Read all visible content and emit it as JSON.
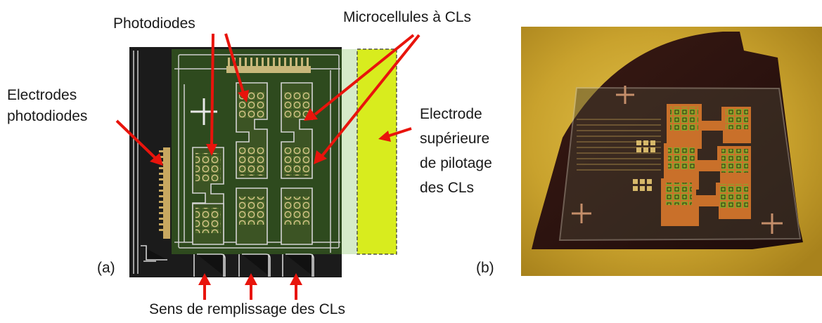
{
  "labels": {
    "photodiodes": "Photodiodes",
    "microcells": "Microcellules à CLs",
    "electrodes_photodiodes": [
      "Electrodes",
      "photodiodes"
    ],
    "top_electrode": [
      "Electrode",
      "supérieure",
      "de pilotage",
      "des CLs"
    ],
    "fill_direction": "Sens de remplissage des CLs",
    "panel_a": "(a)",
    "panel_b": "(b)"
  },
  "colors": {
    "arrow": "#e8140c",
    "electrode_fill": "#d8ec1e",
    "chip_dark": "#1b1b1b",
    "overlay_green": "#2e4a1e",
    "photo_background": "#c9a430"
  }
}
